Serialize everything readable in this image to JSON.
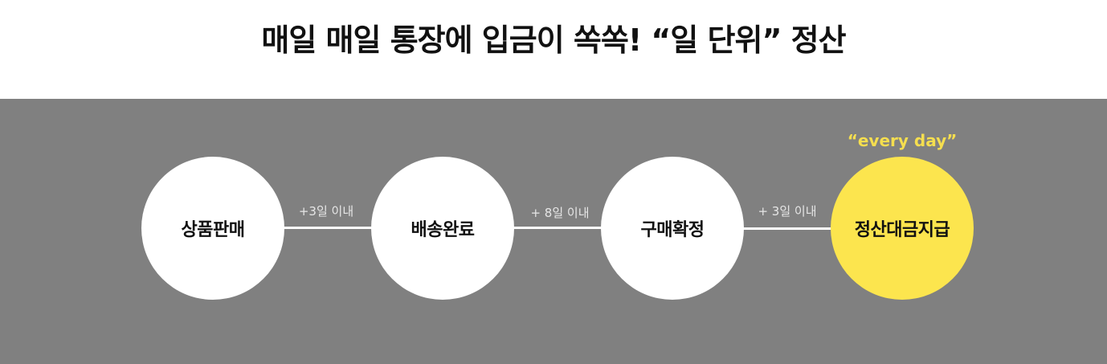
{
  "title": "매일 매일 통장에 입금이 쏙쏙! “일 단위” 정산",
  "steps": [
    {
      "label": "상품판매",
      "highlight": false
    },
    {
      "label": "배송완료",
      "highlight": false
    },
    {
      "label": "구매확정",
      "highlight": false
    },
    {
      "label": "정산대금지급",
      "highlight": true
    }
  ],
  "gaps": [
    {
      "label": "+3일 이내"
    },
    {
      "label": "+ 8일 이내"
    },
    {
      "label": "+ 3일 이내"
    }
  ],
  "final_step_caption": "“every day”",
  "colors": {
    "panel_background": "#808080",
    "step_circle": "#ffffff",
    "highlight_circle": "#fce54e",
    "caption_text": "#f5de4f"
  }
}
